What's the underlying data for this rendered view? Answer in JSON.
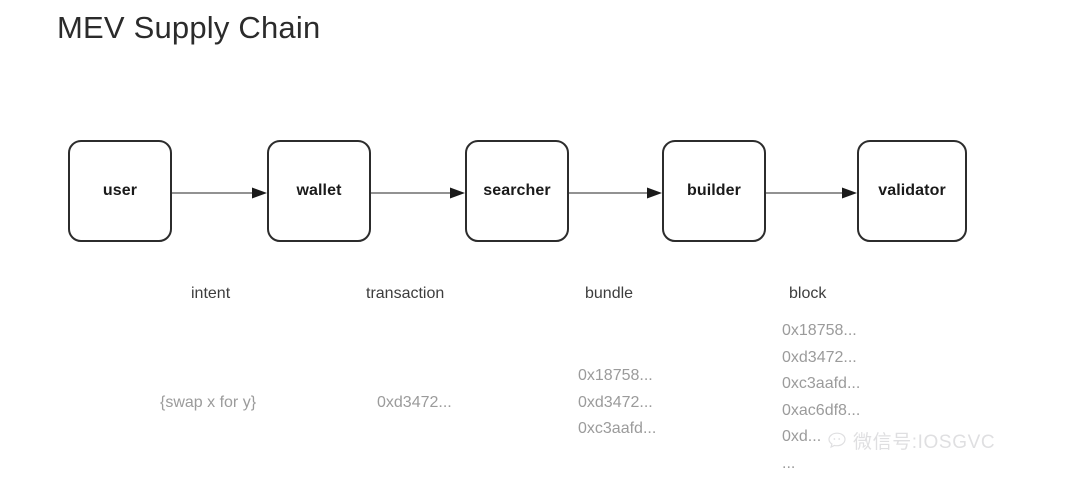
{
  "page": {
    "title": "MEV Supply Chain",
    "background_color": "#ffffff",
    "node_border_color": "#2c2c2c",
    "arrow_color": "#6e6e6e",
    "payload_text_color": "#9b9b9b"
  },
  "flow": {
    "nodes": [
      {
        "id": "user",
        "label": "user"
      },
      {
        "id": "wallet",
        "label": "wallet"
      },
      {
        "id": "searcher",
        "label": "searcher"
      },
      {
        "id": "builder",
        "label": "builder"
      },
      {
        "id": "validator",
        "label": "validator"
      }
    ],
    "edges": [
      {
        "from": "user",
        "to": "wallet",
        "label": "intent"
      },
      {
        "from": "wallet",
        "to": "searcher",
        "label": "transaction"
      },
      {
        "from": "searcher",
        "to": "builder",
        "label": "bundle"
      },
      {
        "from": "builder",
        "to": "validator",
        "label": "block"
      }
    ]
  },
  "stage_labels": {
    "intent": "intent",
    "transaction": "transaction",
    "bundle": "bundle",
    "block": "block"
  },
  "payloads": {
    "intent": [
      "{swap x for y}"
    ],
    "transaction": [
      "0xd3472..."
    ],
    "bundle": [
      "0x18758...",
      "0xd3472...",
      "0xc3aafd..."
    ],
    "block": [
      "0x18758...",
      "0xd3472...",
      "0xc3aafd...",
      "0xac6df8...",
      "0xd...",
      "..."
    ]
  },
  "watermark": {
    "text": "微信号:IOSGVC",
    "icon": "speech-bubble-icon"
  }
}
